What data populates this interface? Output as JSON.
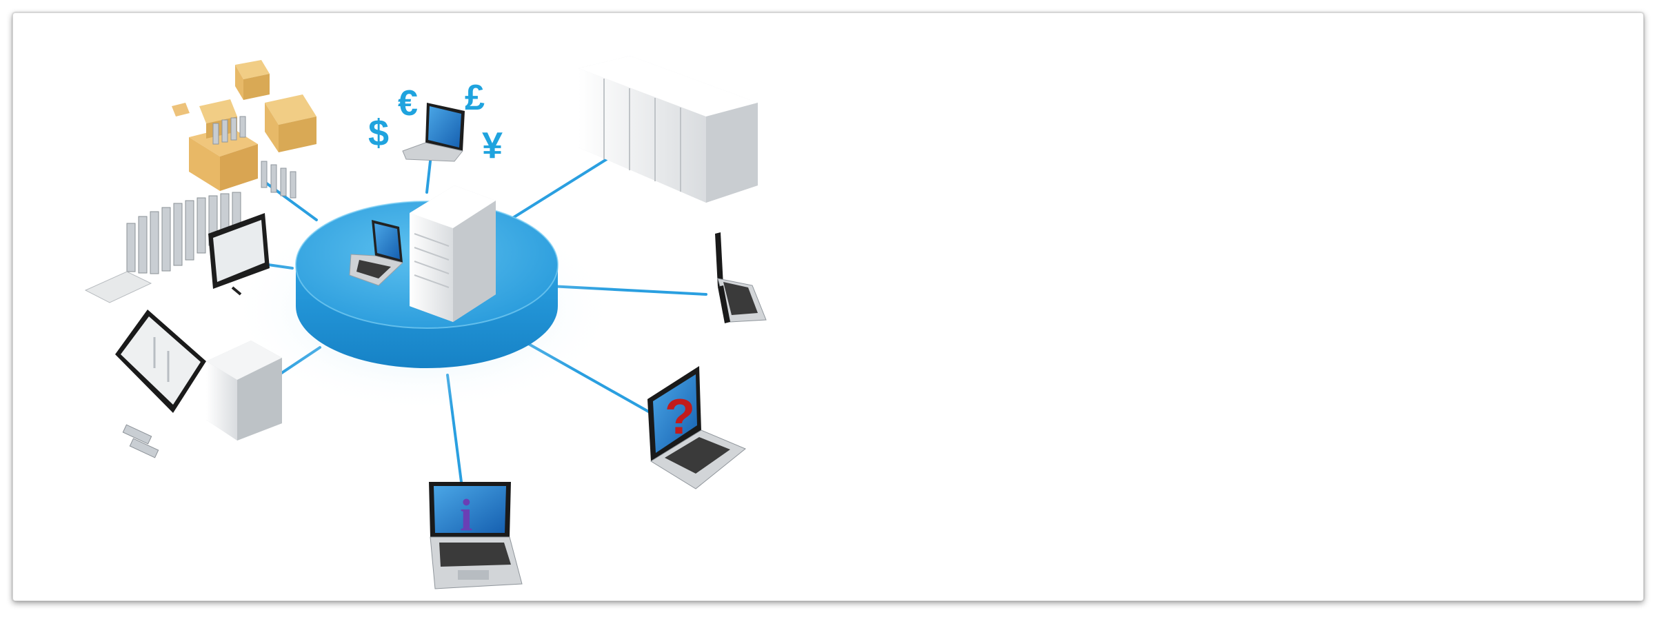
{
  "symbols": {
    "dollar": "$",
    "euro": "€",
    "pound": "£",
    "yen": "¥"
  },
  "screen_marks": {
    "help": "?",
    "info": "i"
  },
  "colors": {
    "hub_top": "#33a6e2",
    "hub_side": "#1e8fd2",
    "connector": "#2a9fe0",
    "symbol": "#1fa3de",
    "box": "#e8bd6a",
    "server": "#f3f4f5",
    "laptop": "#cfd2d5",
    "screen": "#1e7bc8",
    "help_mark": "#c21b1b",
    "info_mark": "#6a3fb5"
  },
  "icons": [
    "network-hub",
    "tower-server",
    "server-rack",
    "laptop",
    "desktop-monitor",
    "cardboard-boxes",
    "factory-cylinders",
    "currency-symbols"
  ]
}
